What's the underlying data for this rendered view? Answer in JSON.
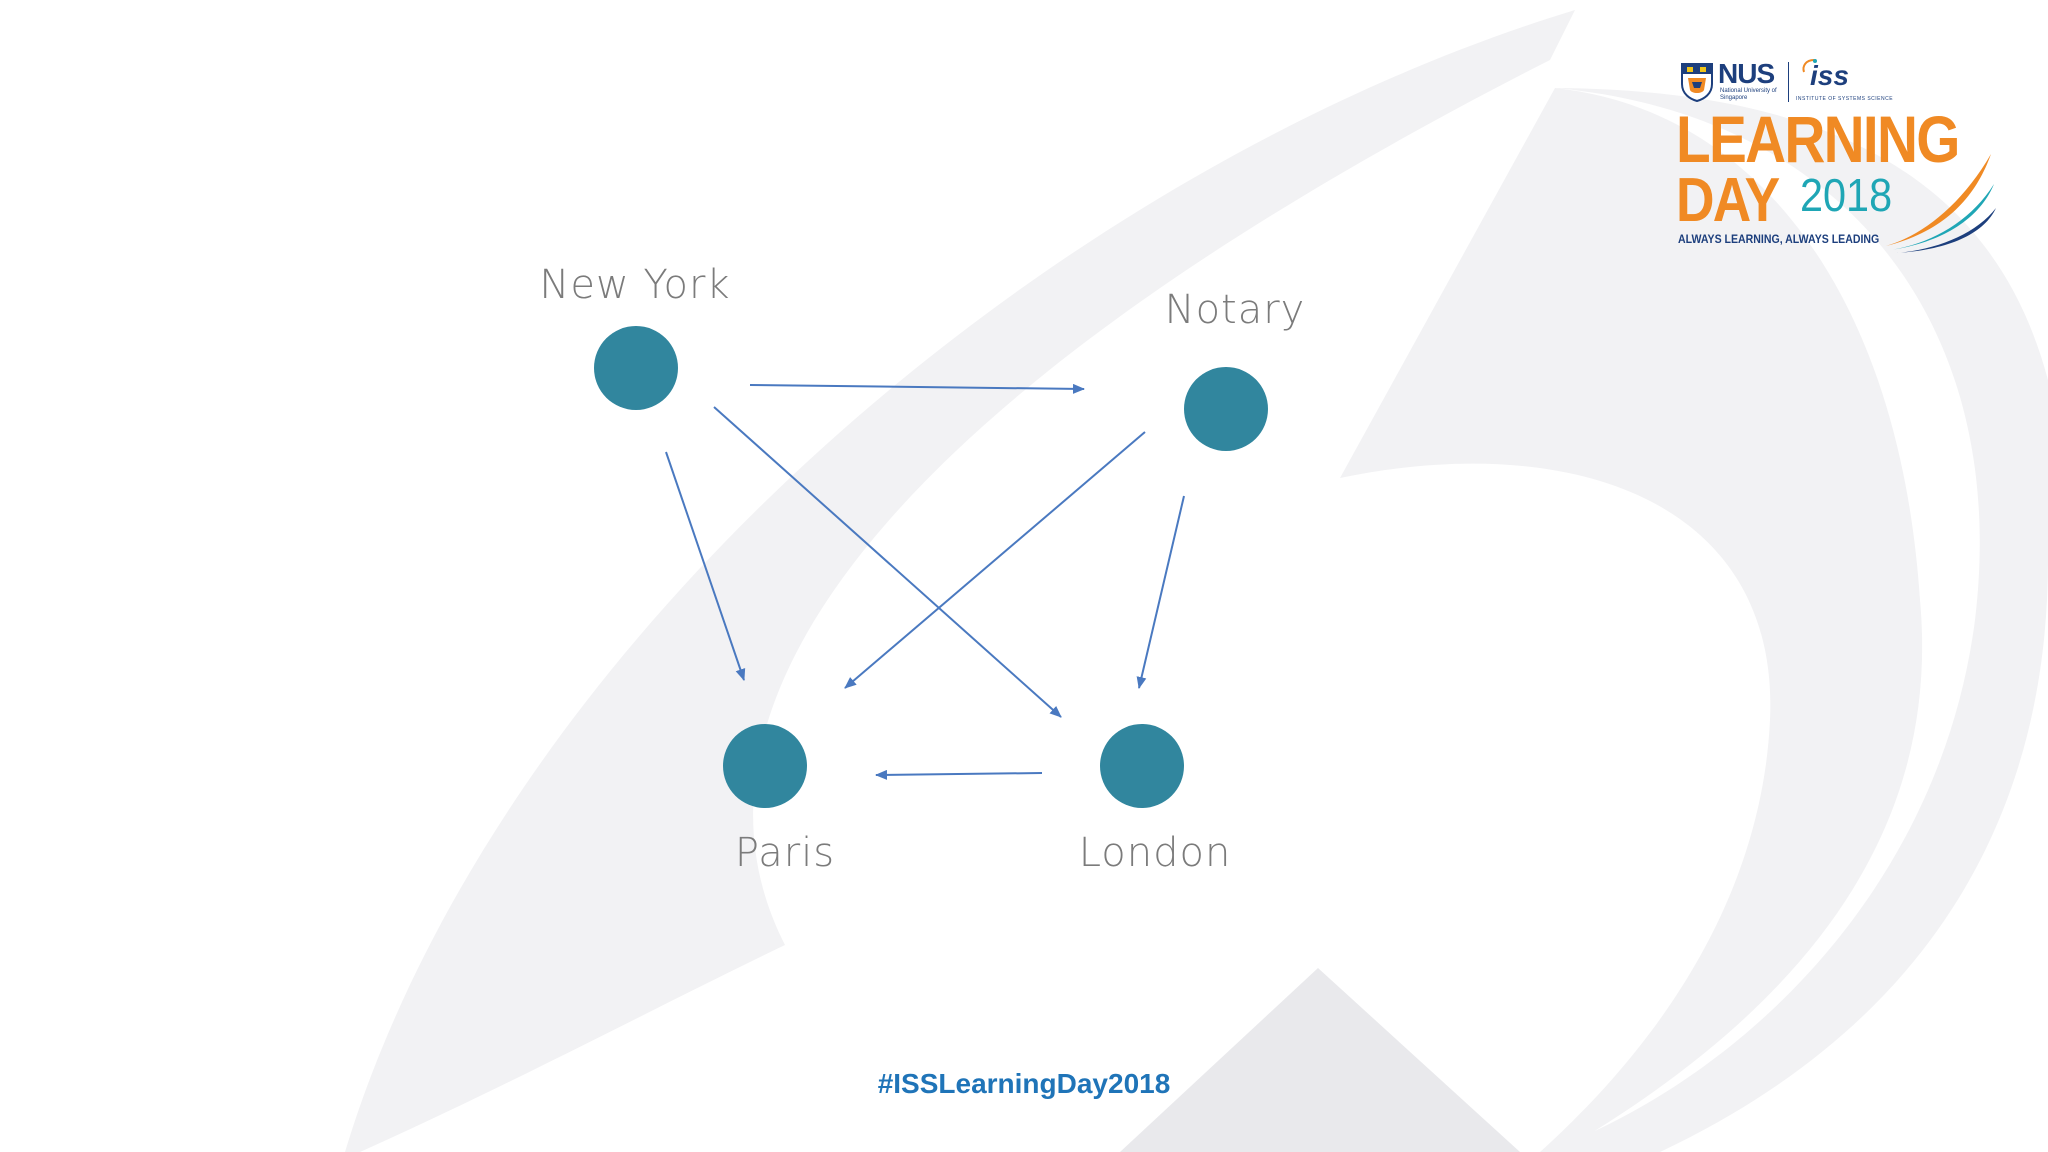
{
  "diagram": {
    "nodes": [
      {
        "id": "new-york",
        "label": "New York"
      },
      {
        "id": "notary",
        "label": "Notary"
      },
      {
        "id": "paris",
        "label": "Paris"
      },
      {
        "id": "london",
        "label": "London"
      }
    ],
    "edges": [
      {
        "from": "new-york",
        "to": "notary"
      },
      {
        "from": "new-york",
        "to": "paris"
      },
      {
        "from": "new-york",
        "to": "london"
      },
      {
        "from": "notary",
        "to": "paris"
      },
      {
        "from": "notary",
        "to": "london"
      },
      {
        "from": "london",
        "to": "paris"
      }
    ],
    "node_color": "#31869e",
    "edge_color": "#4a79c0",
    "label_color": "#7b7b7b"
  },
  "footer": {
    "hashtag": "#ISSLearningDay2018",
    "hashtag_color": "#1f74b8"
  },
  "logo": {
    "nus": "NUS",
    "nus_sub": "National University of Singapore",
    "iss": "iss",
    "iss_sub": "INSTITUTE OF SYSTEMS SCIENCE",
    "learning": "LEARNING",
    "day": "DAY",
    "year": "2018",
    "tagline": "ALWAYS LEARNING, ALWAYS LEADING",
    "orange": "#f08a24",
    "teal": "#1fa6b5",
    "navy": "#1d3f7d"
  }
}
